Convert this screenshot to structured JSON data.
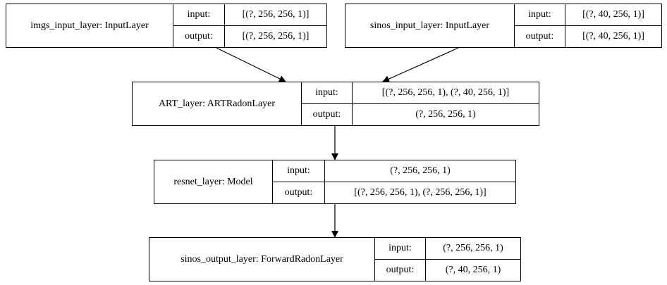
{
  "diagram": {
    "nodes": {
      "imgs_input": {
        "name": "imgs_input_layer: InputLayer",
        "input_label": "input:",
        "input_value": "[(?, 256, 256, 1)]",
        "output_label": "output:",
        "output_value": "[(?, 256, 256, 1)]"
      },
      "sinos_input": {
        "name": "sinos_input_layer: InputLayer",
        "input_label": "input:",
        "input_value": "[(?, 40, 256, 1)]",
        "output_label": "output:",
        "output_value": "[(?, 40, 256, 1)]"
      },
      "art": {
        "name": "ART_layer: ARTRadonLayer",
        "input_label": "input:",
        "input_value": "[(?, 256, 256, 1), (?, 40, 256, 1)]",
        "output_label": "output:",
        "output_value": "(?, 256, 256, 1)"
      },
      "resnet": {
        "name": "resnet_layer: Model",
        "input_label": "input:",
        "input_value": "(?, 256, 256, 1)",
        "output_label": "output:",
        "output_value": "[(?, 256, 256, 1), (?, 256, 256, 1)]"
      },
      "sinos_output": {
        "name": "sinos_output_layer: ForwardRadonLayer",
        "input_label": "input:",
        "input_value": "(?, 256, 256, 1)",
        "output_label": "output:",
        "output_value": "(?, 40, 256, 1)"
      }
    },
    "edges": [
      {
        "from": "imgs_input",
        "to": "art"
      },
      {
        "from": "sinos_input",
        "to": "art"
      },
      {
        "from": "art",
        "to": "resnet"
      },
      {
        "from": "resnet",
        "to": "sinos_output"
      }
    ]
  }
}
